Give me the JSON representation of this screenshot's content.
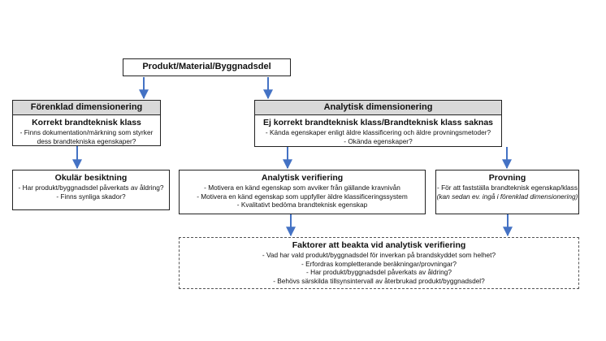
{
  "top": {
    "title": "Produkt/Material/Byggnadsdel"
  },
  "simple": {
    "header": "Förenklad dimensionering",
    "title": "Korrekt brandteknisk klass",
    "lines": [
      "- Finns dokumentation/märkning  som styrker",
      "dess brandtekniska egenskaper?"
    ]
  },
  "analytic": {
    "header": "Analytisk dimensionering",
    "title": "Ej korrekt brandteknisk klass/Brandteknisk klass saknas",
    "lines": [
      "- Kända egenskaper enligt äldre klassificering och äldre provningsmetoder?",
      "- Okända egenskaper?"
    ]
  },
  "visual": {
    "title": "Okulär besiktning",
    "lines": [
      "- Har produkt/byggnadsdel  påverkats av åldring?",
      "- Finns synliga skador?"
    ]
  },
  "verify": {
    "title": "Analytisk verifiering",
    "lines": [
      "-  Motivera en känd egenskap som avviker från gällande kravnivån",
      "-  Motivera en känd egenskap som uppfyller äldre klassificeringssystem",
      "- Kvalitativt bedöma brandteknisk egenskap"
    ]
  },
  "testing": {
    "title": "Provning",
    "line1": "-  För att fastställa brandteknisk egenskap/klass",
    "line2": "(kan sedan ev. ingå i förenklad dimensionering)"
  },
  "factors": {
    "title": "Faktorer att beakta vid analytisk verifiering",
    "lines": [
      "- Vad har vald produkt/byggnadsdel för inverkan på brandskyddet som helhet?",
      "- Erfordras kompletterande  beräkningar/provningar?",
      "- Har produkt/byggnadsdel  påverkats av åldring?",
      "- Behövs särskilda tillsynsintervall av återbrukad produkt/byggnadsdel?"
    ]
  },
  "colors": {
    "arrow": "#4472c4",
    "header_fill": "#d9d9d9",
    "border": "#222222"
  }
}
